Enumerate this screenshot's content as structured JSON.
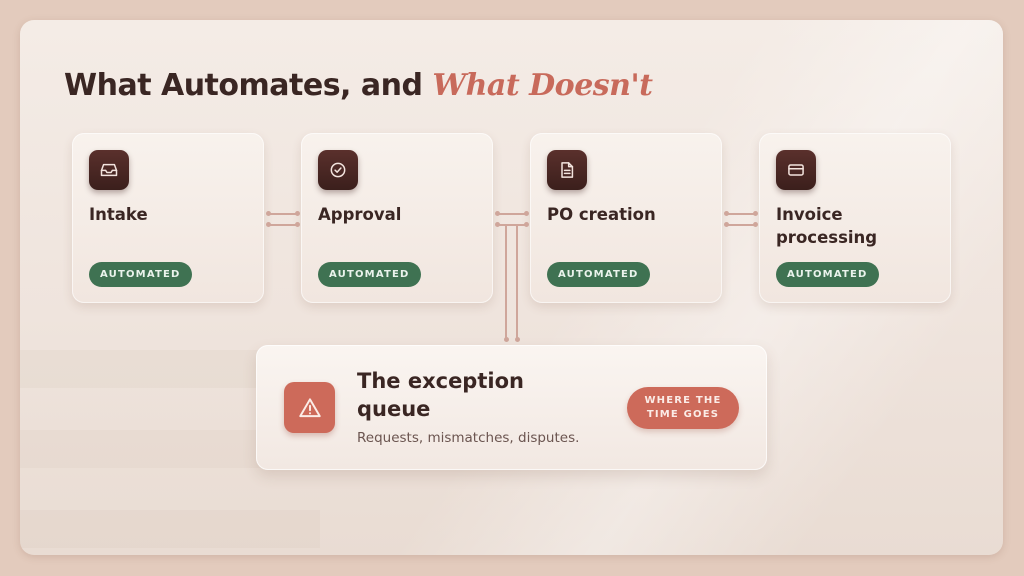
{
  "title": {
    "main": "What Automates, and ",
    "accent": "What Doesn't"
  },
  "steps": [
    {
      "label": "Intake",
      "badge": "AUTOMATED",
      "icon": "inbox-icon"
    },
    {
      "label": "Approval",
      "badge": "AUTOMATED",
      "icon": "check-circle-icon"
    },
    {
      "label": "PO creation",
      "badge": "AUTOMATED",
      "icon": "document-icon"
    },
    {
      "label": "Invoice processing",
      "badge": "AUTOMATED",
      "icon": "credit-card-icon"
    }
  ],
  "exception": {
    "title": "The exception queue",
    "subtitle": "Requests, mismatches, disputes.",
    "pill": "WHERE THE TIME GOES",
    "icon": "warning-icon"
  },
  "colors": {
    "automated_badge": "#3f7252",
    "accent": "#c86a5b",
    "icon_box": "#4a2724",
    "warning": "#cd6a5a"
  }
}
